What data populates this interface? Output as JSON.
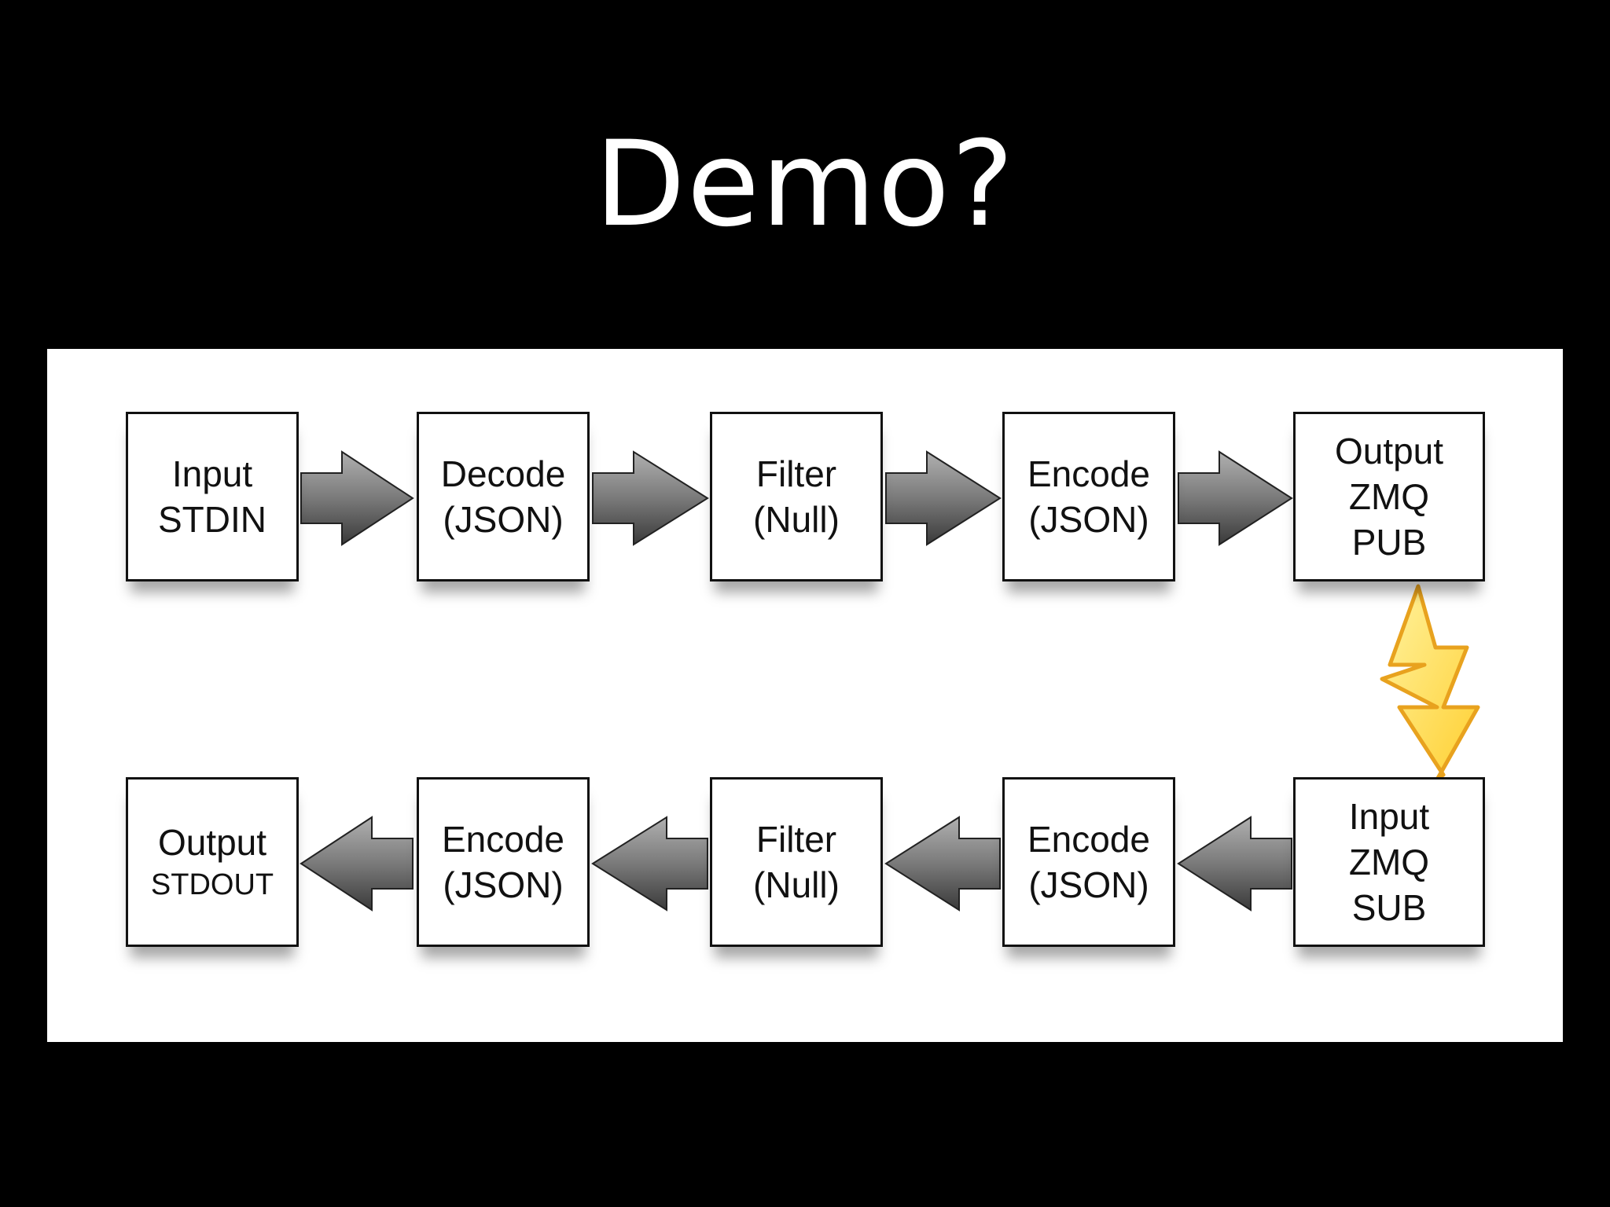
{
  "slide": {
    "title": "Demo?"
  },
  "diagram": {
    "top_row": [
      {
        "line1": "Input",
        "line2": "STDIN"
      },
      {
        "line1": "Decode",
        "line2": "(JSON)"
      },
      {
        "line1": "Filter",
        "line2": "(Null)"
      },
      {
        "line1": "Encode",
        "line2": "(JSON)"
      },
      {
        "line1": "Output",
        "line2": "ZMQ",
        "line3": "PUB"
      }
    ],
    "bottom_row": [
      {
        "line1": "Output",
        "line2": "STDOUT"
      },
      {
        "line1": "Encode",
        "line2": "(JSON)"
      },
      {
        "line1": "Filter",
        "line2": "(Null)"
      },
      {
        "line1": "Encode",
        "line2": "(JSON)"
      },
      {
        "line1": "Input",
        "line2": "ZMQ",
        "line3": "SUB"
      }
    ],
    "connector_icon": "lightning-bolt-icon",
    "colors": {
      "arrow_fill": "#8a8a8a",
      "bolt_fill": "#ffd84a",
      "bolt_stroke": "#e8a21e"
    }
  }
}
